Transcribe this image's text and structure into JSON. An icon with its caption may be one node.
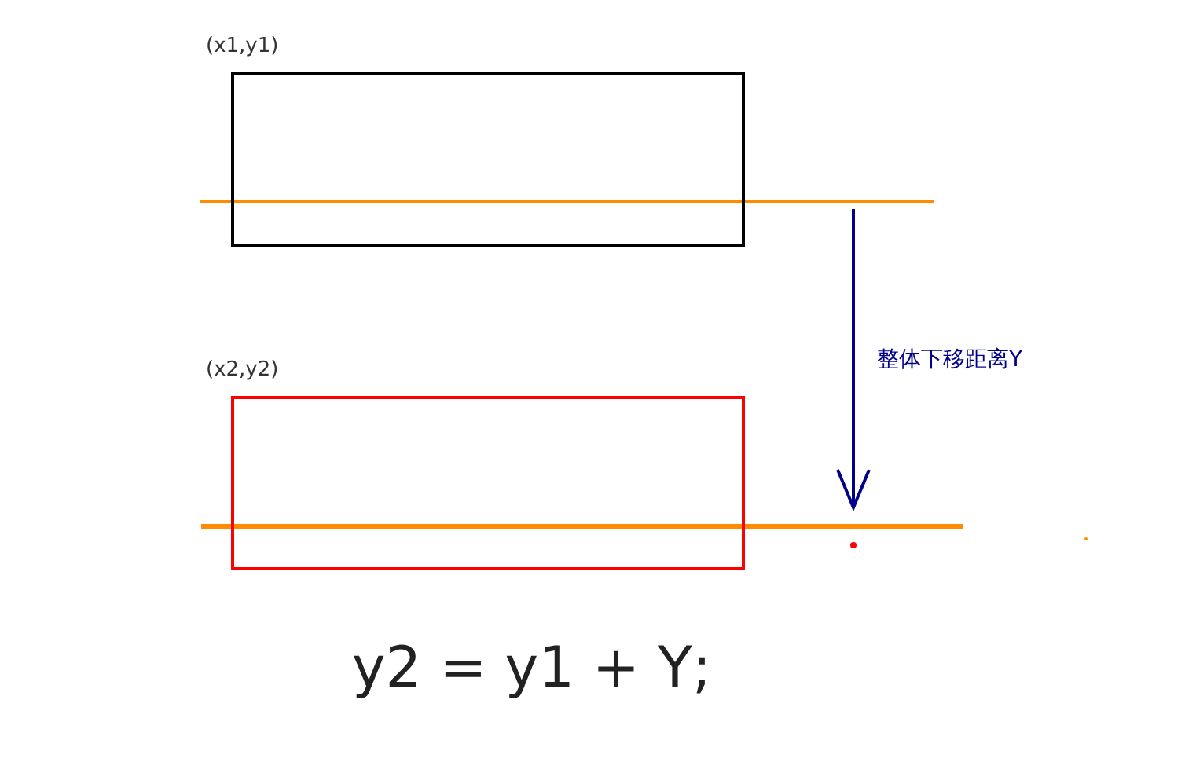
{
  "diagram": {
    "nodes": [
      {
        "text": [
          "(x1,y1)"
        ]
      },
      {
        "text": [
          "(x2,y2)"
        ]
      }
    ],
    "labels": [
      "整体下移距离Y",
      "y2 = y1 + Y;"
    ]
  }
}
